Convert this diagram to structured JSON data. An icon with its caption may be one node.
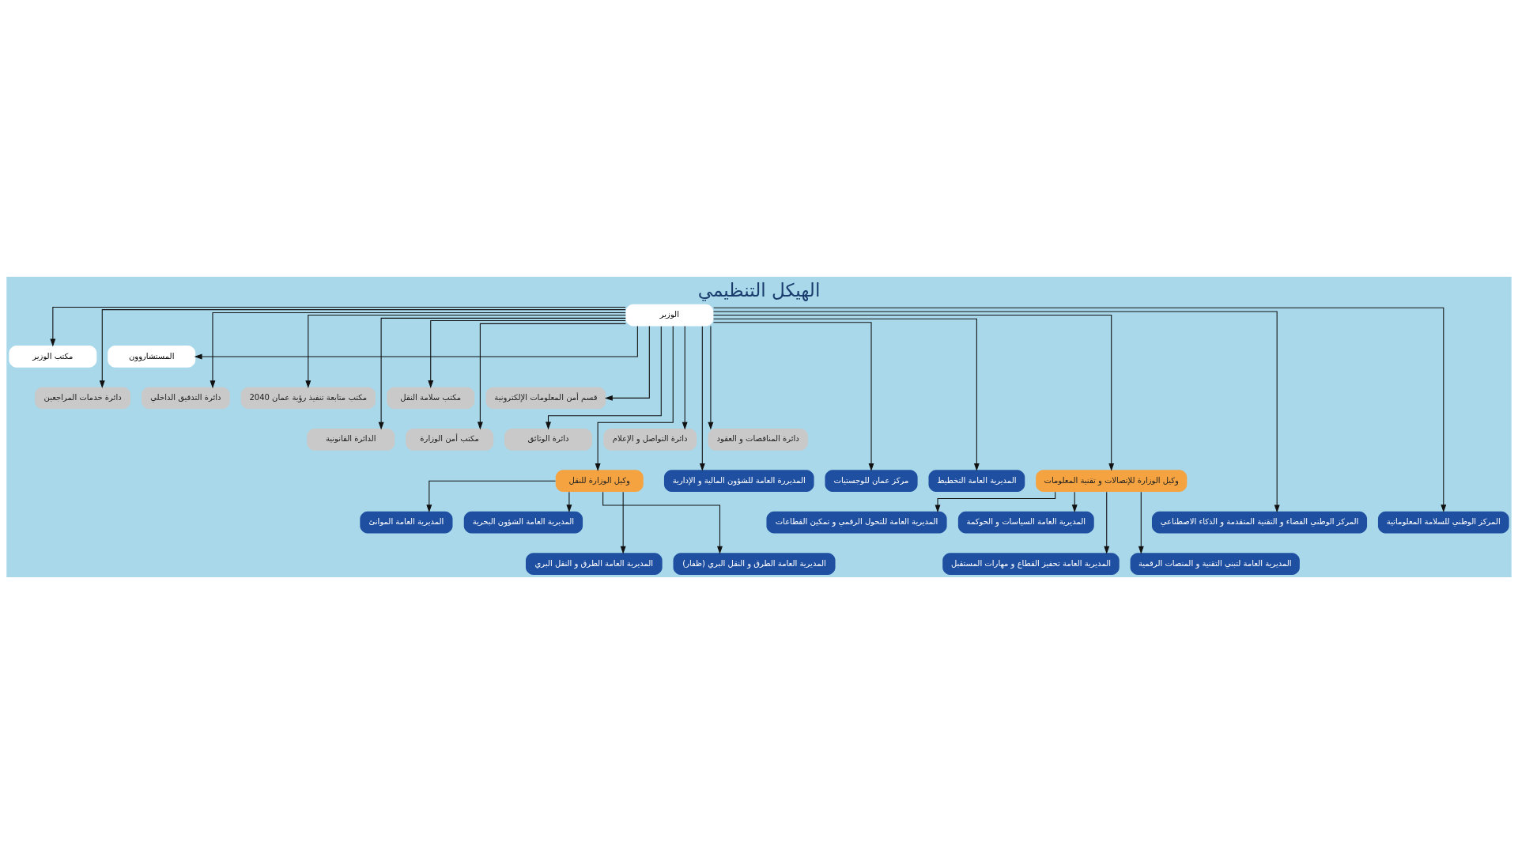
{
  "diagram": {
    "title": "الهيكل التنظيمي",
    "nodes": [
      {
        "text": [
          "الوزير"
        ]
      },
      {
        "text": [
          "مكتب الوزير"
        ]
      },
      {
        "text": [
          "المستشاروون"
        ]
      },
      {
        "text": [
          "دائرة خدمات المراجعين"
        ]
      },
      {
        "text": [
          "دائرة التدقيق الداخلي"
        ]
      },
      {
        "text": [
          "مكتب متابعة تنفيذ رؤية عمان 2040"
        ]
      },
      {
        "text": [
          "مكتب سلامة النقل"
        ]
      },
      {
        "text": [
          "قسم أمن المعلومات الإلكترونية"
        ]
      },
      {
        "text": [
          "الدائرة القانونية"
        ]
      },
      {
        "text": [
          "مكتب أمن الوزارة"
        ]
      },
      {
        "text": [
          "دائرة الوثائق"
        ]
      },
      {
        "text": [
          "دائرة التواصل و الإعلام"
        ]
      },
      {
        "text": [
          "دائرة المناقصات و العقود"
        ]
      },
      {
        "text": [
          "وكيل الوزارة للنقل"
        ]
      },
      {
        "text": [
          "المديررة العامة للشؤون المالية و الإدارية"
        ]
      },
      {
        "text": [
          "مركز عمان للوجستيات"
        ]
      },
      {
        "text": [
          "المديرية العامة التخطيط"
        ]
      },
      {
        "text": [
          "وكيل الوزارة للإتصالات و تقنية المعلومات"
        ]
      },
      {
        "text": [
          "المركز الوطني الفضاء و التقنية المتقدمة و الذكاء الاصطناعي"
        ]
      },
      {
        "text": [
          "المركز الوطني للسلامة المعلوماتية"
        ]
      },
      {
        "text": [
          "المديرية العامة الموانئ"
        ]
      },
      {
        "text": [
          "المديرية العامة الشؤون البحرية"
        ]
      },
      {
        "text": [
          "المديرية العامة الطرق و النقل البري"
        ]
      },
      {
        "text": [
          "المديرية العامة الطرق و النقل البري (ظفار)"
        ]
      },
      {
        "text": [
          "المديرية العامة للتحول الرقمي و تمكين القطاعات"
        ]
      },
      {
        "text": [
          "المديرية العامة السياسات و الحوكمة"
        ]
      },
      {
        "text": [
          "المديرية العامة تحفيز القطاع و مهارات المستقبل"
        ]
      },
      {
        "text": [
          "المديرية العامة لتبني التقنية و المنصات الرقمية"
        ]
      }
    ],
    "edges": [
      {
        "from": 0,
        "to": 1,
        "arrow": "to"
      },
      {
        "from": 0,
        "to": 2,
        "arrow": "to"
      },
      {
        "from": 0,
        "to": 3,
        "arrow": "to"
      },
      {
        "from": 0,
        "to": 4,
        "arrow": "to"
      },
      {
        "from": 0,
        "to": 5,
        "arrow": "to"
      },
      {
        "from": 0,
        "to": 6,
        "arrow": "to"
      },
      {
        "from": 0,
        "to": 7,
        "arrow": "to"
      },
      {
        "from": 0,
        "to": 8,
        "arrow": "to"
      },
      {
        "from": 0,
        "to": 9,
        "arrow": "to"
      },
      {
        "from": 0,
        "to": 10,
        "arrow": "to"
      },
      {
        "from": 0,
        "to": 11,
        "arrow": "to"
      },
      {
        "from": 0,
        "to": 12,
        "arrow": "to"
      },
      {
        "from": 0,
        "to": 13,
        "arrow": "to"
      },
      {
        "from": 0,
        "to": 14,
        "arrow": "to"
      },
      {
        "from": 0,
        "to": 15,
        "arrow": "to"
      },
      {
        "from": 0,
        "to": 16,
        "arrow": "to"
      },
      {
        "from": 0,
        "to": 17,
        "arrow": "to"
      },
      {
        "from": 0,
        "to": 18,
        "arrow": "to"
      },
      {
        "from": 0,
        "to": 19,
        "arrow": "to"
      },
      {
        "from": 13,
        "to": 20,
        "arrow": "to"
      },
      {
        "from": 13,
        "to": 21,
        "arrow": "to"
      },
      {
        "from": 13,
        "to": 22,
        "arrow": "to"
      },
      {
        "from": 13,
        "to": 23,
        "arrow": "to"
      },
      {
        "from": 17,
        "to": 24,
        "arrow": "to"
      },
      {
        "from": 17,
        "to": 25,
        "arrow": "to"
      },
      {
        "from": 17,
        "to": 26,
        "arrow": "to"
      },
      {
        "from": 17,
        "to": 27,
        "arrow": "to"
      }
    ]
  }
}
